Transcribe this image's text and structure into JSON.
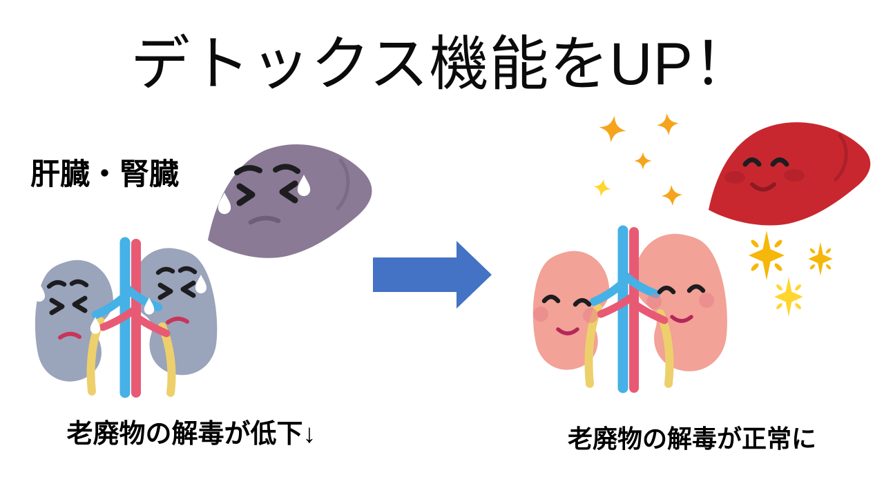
{
  "title": "デトックス機能をUP！",
  "before": {
    "label": "肝臓・腎臓",
    "caption": "老廃物の解毒が低下↓",
    "liver_icon": "sad-purple-liver",
    "kidneys_icon": "sad-blue-kidneys-sweating"
  },
  "after": {
    "caption": "老廃物の解毒が正常に",
    "liver_icon": "happy-red-liver",
    "kidneys_icon": "happy-pink-kidneys",
    "decor_icon": "sparkles"
  },
  "arrow": {
    "direction": "right"
  },
  "colors": {
    "sad_liver": "#8a7a96",
    "sad_liver_line": "#6f5e78",
    "sad_kidney": "#9aa4bb",
    "happy_liver": "#c9272f",
    "happy_liver_line": "#8f1a24",
    "happy_kidney": "#f2a296",
    "kidney_blush": "#e8828a",
    "liver_blush": "#a31d28",
    "vessel_blue": "#45b1e6",
    "vessel_red": "#e85a74",
    "ureter_yellow": "#edd06c",
    "mouth_red": "#c9355a",
    "smile_red": "#b5275a",
    "face_black": "#1d1d1f",
    "drop_white": "#ffffff",
    "sparkle_orange": "#f5a41c",
    "sparkle_gold": "#f5b70a",
    "sparkle_yellow": "#ffd62e",
    "arrow_blue": "#4472c4"
  }
}
